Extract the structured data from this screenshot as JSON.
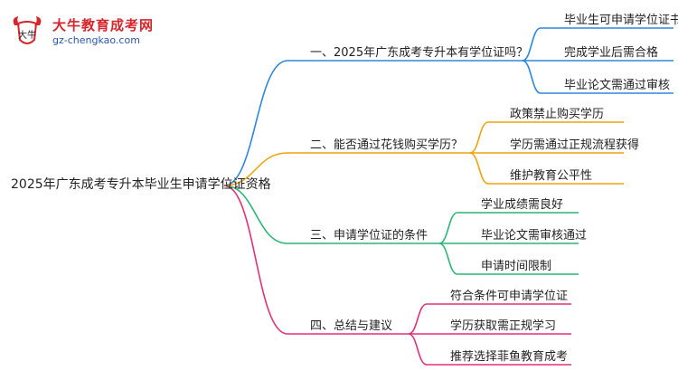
{
  "logo": {
    "title": "大牛教育成考网",
    "url": "gz-chengkao.com",
    "mark_text": "大牛"
  },
  "mindmap": {
    "root": "2025年广东成考专升本毕业生申请学位证资格",
    "branches": [
      {
        "label": "一、2025年广东成考专升本有学位证吗？",
        "color": "#2e86de",
        "leaves": [
          "毕业生可申请学位证书",
          "完成学业后需合格",
          "毕业论文需通过审核"
        ]
      },
      {
        "label": "二、能否通过花钱购买学历？",
        "color": "#f0a30a",
        "leaves": [
          "政策禁止购买学历",
          "学历需通过正规流程获得",
          "维护教育公平性"
        ]
      },
      {
        "label": "三、申请学位证的条件",
        "color": "#2bb673",
        "leaves": [
          "学业成绩需良好",
          "毕业论文需审核通过",
          "申请时间限制"
        ]
      },
      {
        "label": "四、总结与建议",
        "color": "#e0307a",
        "leaves": [
          "符合条件可申请学位证",
          "学历获取需正规学习",
          "推荐选择菲鱼教育成考"
        ]
      }
    ]
  }
}
